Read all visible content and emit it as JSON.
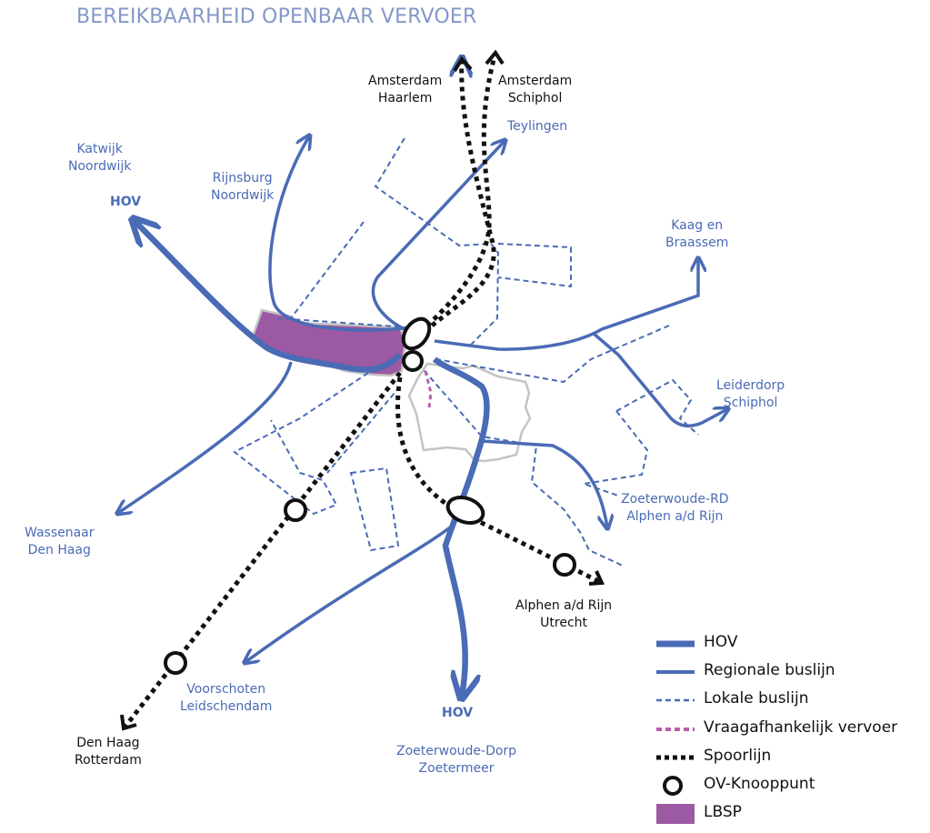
{
  "title": "BEREIKBAARHEID OPENBAAR VERVOER",
  "labels": {
    "amsterdam_haarlem": [
      "Amsterdam",
      "Haarlem"
    ],
    "amsterdam_schiphol": [
      "Amsterdam",
      "Schiphol"
    ],
    "teylingen": "Teylingen",
    "katwijk": [
      "Katwijk",
      "Noordwijk"
    ],
    "hov_nw": "HOV",
    "rijnsburg": [
      "Rijnsburg",
      "Noordwijk"
    ],
    "kaag": [
      "Kaag en",
      "Braassem"
    ],
    "leiderdorp": [
      "Leiderdorp",
      "Schiphol"
    ],
    "zoeterwoude_rd": [
      "Zoeterwoude-RD",
      "Alphen a/d Rijn"
    ],
    "wassenaar": [
      "Wassenaar",
      "Den Haag"
    ],
    "alphen_utrecht": [
      "Alphen a/d Rijn",
      "Utrecht"
    ],
    "voorschoten": [
      "Voorschoten",
      "Leidschendam"
    ],
    "hov_s": "HOV",
    "zoeterwoude_dorp": [
      "Zoeterwoude-Dorp",
      "Zoetermeer"
    ],
    "den_haag": [
      "Den Haag",
      "Rotterdam"
    ]
  },
  "legend": [
    {
      "label": "HOV",
      "symbol": "hov-line"
    },
    {
      "label": "Regionale buslijn",
      "symbol": "regional-line"
    },
    {
      "label": "Lokale buslijn",
      "symbol": "local-dashed-line"
    },
    {
      "label": "Vraagafhankelijk vervoer",
      "symbol": "demand-dashed-line"
    },
    {
      "label": "Spoorlijn",
      "symbol": "rail-dotted-line"
    },
    {
      "label": "OV-Knooppunt",
      "symbol": "node-circle"
    },
    {
      "label": "LBSP",
      "symbol": "lbsp-area"
    }
  ],
  "colors": {
    "title": "#8397c8",
    "route_blue": "#4a6bb5",
    "lbsp_purple": "#9b5aa3",
    "demand_pink": "#b85fae",
    "rail_black": "#111111",
    "area_outline": "#c4c4c4"
  }
}
